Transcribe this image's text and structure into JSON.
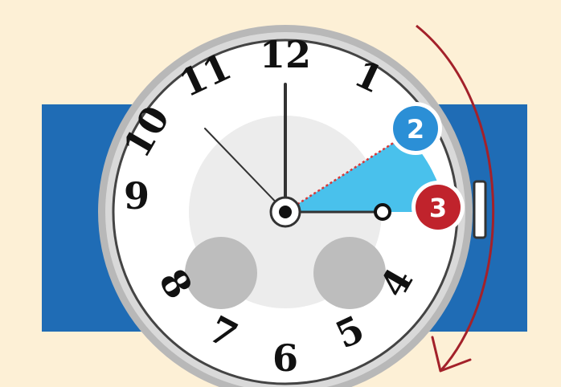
{
  "clock": {
    "numerals": [
      "12",
      "1",
      "2",
      "3",
      "4",
      "5",
      "6",
      "7",
      "8",
      "9",
      "10",
      "11"
    ],
    "hidden_numerals": [
      "2",
      "3"
    ]
  },
  "markers": [
    {
      "id": "2",
      "label": "2",
      "color": "#2b8fd6"
    },
    {
      "id": "3",
      "label": "3",
      "color": "#c0232c"
    }
  ],
  "colors": {
    "background": "#fdf0d6",
    "strap": "#1f6cb5",
    "case": "#c8c8c8",
    "dial": "#ffffff",
    "sector": "#49c1ec",
    "arrow": "#a3212a"
  },
  "icons": {
    "rotation_arrow": "clockwise-arrow-icon",
    "crown": "crown-icon"
  }
}
